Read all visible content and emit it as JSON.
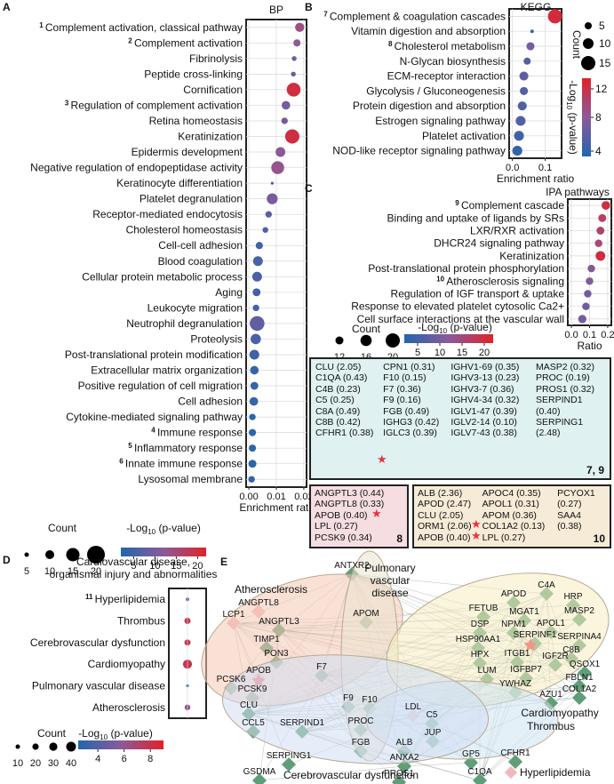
{
  "panels": {
    "a": "A",
    "b": "B",
    "c": "C",
    "d": "D",
    "e": "E"
  },
  "colors": {
    "low": "#2166ac",
    "mid": "#8b5a9a",
    "high": "#e0222a",
    "grid": "#d8d8d8",
    "star": "#e8323c"
  },
  "chart_data": [
    {
      "type": "scatter",
      "title": "BP",
      "xlabel": "Enrichment ratio",
      "xticks": [
        "0.00",
        "0.01",
        "0.02"
      ],
      "xlim": [
        -0.001,
        0.021
      ],
      "categories": [
        {
          "num": "1",
          "label": "Complement activation, classical pathway",
          "x": 0.0185,
          "count": 11,
          "logp": 14
        },
        {
          "num": "2",
          "label": "Complement activation",
          "x": 0.0175,
          "count": 8,
          "logp": 12
        },
        {
          "num": "",
          "label": "Fibrinolysis",
          "x": 0.0165,
          "count": 5,
          "logp": 10
        },
        {
          "num": "",
          "label": "Peptide cross-linking",
          "x": 0.0162,
          "count": 5,
          "logp": 9
        },
        {
          "num": "",
          "label": "Cornification",
          "x": 0.0163,
          "count": 20,
          "logp": 20
        },
        {
          "num": "3",
          "label": "Regulation of complement activation",
          "x": 0.0135,
          "count": 10,
          "logp": 10
        },
        {
          "num": "",
          "label": "Retina homeostasis",
          "x": 0.013,
          "count": 7,
          "logp": 10
        },
        {
          "num": "",
          "label": "Keratinization",
          "x": 0.0158,
          "count": 21,
          "logp": 20
        },
        {
          "num": "",
          "label": "Epidermis development",
          "x": 0.0115,
          "count": 12,
          "logp": 12
        },
        {
          "num": "",
          "label": "Negative regulation of endopeptidase activity",
          "x": 0.0105,
          "count": 18,
          "logp": 13
        },
        {
          "num": "",
          "label": "Keratinocyte differentiation",
          "x": 0.0085,
          "count": 3,
          "logp": 5
        },
        {
          "num": "",
          "label": "Platelet degranulation",
          "x": 0.0085,
          "count": 14,
          "logp": 10
        },
        {
          "num": "",
          "label": "Receptor-mediated endocytosis",
          "x": 0.0072,
          "count": 7,
          "logp": 7
        },
        {
          "num": "",
          "label": "Cholesterol homeostasis",
          "x": 0.006,
          "count": 6,
          "logp": 6
        },
        {
          "num": "",
          "label": "Cell-cell adhesion",
          "x": 0.0038,
          "count": 8,
          "logp": 5
        },
        {
          "num": "",
          "label": "Blood coagulation",
          "x": 0.0033,
          "count": 12,
          "logp": 6
        },
        {
          "num": "",
          "label": "Cellular protein metabolic process",
          "x": 0.003,
          "count": 12,
          "logp": 6
        },
        {
          "num": "",
          "label": "Aging",
          "x": 0.0028,
          "count": 9,
          "logp": 5
        },
        {
          "num": "",
          "label": "Leukocyte migration",
          "x": 0.0026,
          "count": 7,
          "logp": 5
        },
        {
          "num": "",
          "label": "Neutrophil degranulation",
          "x": 0.003,
          "count": 22,
          "logp": 8
        },
        {
          "num": "",
          "label": "Proteolysis",
          "x": 0.0025,
          "count": 13,
          "logp": 6
        },
        {
          "num": "",
          "label": "Post-translational protein modification",
          "x": 0.002,
          "count": 12,
          "logp": 5
        },
        {
          "num": "",
          "label": "Extracellular matrix organization",
          "x": 0.002,
          "count": 10,
          "logp": 4
        },
        {
          "num": "",
          "label": "Positive regulation of cell migration",
          "x": 0.002,
          "count": 9,
          "logp": 4
        },
        {
          "num": "",
          "label": "Cell adhesion",
          "x": 0.0018,
          "count": 10,
          "logp": 4
        },
        {
          "num": "",
          "label": "Cytokine-mediated signaling pathway",
          "x": 0.0013,
          "count": 7,
          "logp": 3
        },
        {
          "num": "4",
          "label": "Immune response",
          "x": 0.0013,
          "count": 8,
          "logp": 3
        },
        {
          "num": "5",
          "label": "Inflammatory response",
          "x": 0.0013,
          "count": 8,
          "logp": 3
        },
        {
          "num": "6",
          "label": "Innate immune response",
          "x": 0.0013,
          "count": 9,
          "logp": 3
        },
        {
          "num": "",
          "label": "Lysosomal membrane",
          "x": 0.001,
          "count": 7,
          "logp": 3
        }
      ],
      "legend": {
        "count_title": "Count",
        "count_values": [
          "5",
          "10",
          "15",
          "20"
        ],
        "color_title": "-Log",
        "color_sub": "10",
        "color_rest": " (p-value)",
        "color_ticks": [
          "5",
          "10",
          "15",
          "20"
        ],
        "color_range": [
          2,
          22
        ]
      }
    },
    {
      "type": "scatter",
      "title": "KEGG",
      "xlabel": "Enrichment ratio",
      "xticks": [
        "0.0",
        "0.1"
      ],
      "xlim": [
        -0.01,
        0.15
      ],
      "categories": [
        {
          "num": "7",
          "label": "Complement & coagulation cascades",
          "x": 0.13,
          "count": 15,
          "logp": 14
        },
        {
          "num": "",
          "label": "Vitamin digestion and absorption",
          "x": 0.06,
          "count": 3,
          "logp": 4
        },
        {
          "num": "8",
          "label": "Cholesterol metabolism",
          "x": 0.055,
          "count": 7,
          "logp": 7
        },
        {
          "num": "",
          "label": "N-Glycan biosynthesis",
          "x": 0.045,
          "count": 6,
          "logp": 5
        },
        {
          "num": "",
          "label": "ECM-receptor interaction",
          "x": 0.035,
          "count": 8,
          "logp": 6
        },
        {
          "num": "",
          "label": "Glycolysis / Gluconeogenesis",
          "x": 0.035,
          "count": 7,
          "logp": 5
        },
        {
          "num": "",
          "label": "Protein digestion and absorption",
          "x": 0.03,
          "count": 8,
          "logp": 5
        },
        {
          "num": "",
          "label": "Estrogen signaling pathway",
          "x": 0.025,
          "count": 9,
          "logp": 5
        },
        {
          "num": "",
          "label": "Platelet activation",
          "x": 0.02,
          "count": 9,
          "logp": 4
        },
        {
          "num": "",
          "label": "NOD-like receptor signaling pathway",
          "x": 0.015,
          "count": 9,
          "logp": 3
        }
      ],
      "legend": {
        "count_title": "Count",
        "count_values": [
          "5",
          "10",
          "15"
        ],
        "color_title": "-Log",
        "color_sub": "10",
        "color_rest": " (p-value)",
        "color_ticks": [
          "12",
          "8",
          "4"
        ],
        "color_range": [
          2,
          15
        ]
      }
    },
    {
      "type": "scatter",
      "title": "IPA pathways",
      "xlabel": "Ratio",
      "xticks": [
        "0.0",
        "0.1",
        "0.2"
      ],
      "xlim": [
        -0.02,
        0.22
      ],
      "categories": [
        {
          "num": "9",
          "label": "Complement cascade",
          "x": 0.19,
          "count": 16,
          "logp": 20
        },
        {
          "num": "",
          "label": "Binding and uptake of ligands by SRs",
          "x": 0.17,
          "count": 14,
          "logp": 17
        },
        {
          "num": "",
          "label": "LXR/RXR activation",
          "x": 0.16,
          "count": 14,
          "logp": 16
        },
        {
          "num": "",
          "label": "DHCR24 signaling pathway",
          "x": 0.15,
          "count": 13,
          "logp": 15
        },
        {
          "num": "",
          "label": "Keratinization",
          "x": 0.16,
          "count": 19,
          "logp": 20
        },
        {
          "num": "",
          "label": "Post-translational protein phosphorylation",
          "x": 0.11,
          "count": 13,
          "logp": 11
        },
        {
          "num": "10",
          "label": "Atherosclerosis signaling",
          "x": 0.1,
          "count": 13,
          "logp": 11
        },
        {
          "num": "",
          "label": "Regulation of IGF transport & uptake",
          "x": 0.09,
          "count": 13,
          "logp": 10
        },
        {
          "num": "",
          "label": "Response to elevated platelet cytosolic Ca2+",
          "x": 0.08,
          "count": 13,
          "logp": 9
        },
        {
          "num": "",
          "label": "Cell surface interactions at the vascular wall",
          "x": 0.06,
          "count": 15,
          "logp": 10
        }
      ],
      "legend": {
        "count_title": "Count",
        "count_values": [
          "12",
          "16",
          "20"
        ],
        "color_title": "-Log",
        "color_sub": "10",
        "color_rest": " (p-value)",
        "color_ticks": [
          "5",
          "10",
          "15",
          "20"
        ],
        "color_range": [
          2,
          22
        ]
      }
    },
    {
      "type": "scatter",
      "title": "Cardiovascular disease, organismal injury and abnormalities",
      "categories": [
        {
          "num": "11",
          "label": "Hyperlipidemia",
          "x": 0,
          "count": 10,
          "logp": 4
        },
        {
          "num": "",
          "label": "Thrombus",
          "x": 0,
          "count": 22,
          "logp": 8
        },
        {
          "num": "",
          "label": "Cerebrovascular dysfunction",
          "x": 0,
          "count": 22,
          "logp": 8
        },
        {
          "num": "",
          "label": "Cardiomyopathy",
          "x": 0,
          "count": 40,
          "logp": 8
        },
        {
          "num": "",
          "label": "Pulmonary vascular disease",
          "x": 0,
          "count": 8,
          "logp": 3
        },
        {
          "num": "",
          "label": "Atherosclerosis",
          "x": 0,
          "count": 20,
          "logp": 6
        }
      ],
      "legend": {
        "count_title": "Count",
        "count_values": [
          "10",
          "20",
          "30",
          "40"
        ],
        "color_title": "-Log",
        "color_sub": "10",
        "color_rest": " (p-value)",
        "color_ticks": [
          "4",
          "6",
          "8"
        ],
        "color_range": [
          2.5,
          9
        ]
      }
    }
  ],
  "gene_tables": {
    "c79": {
      "badge": "7, 9",
      "columns": [
        [
          "CLU (2.05)",
          "C1QA (0.43)",
          "C4B (0.23)",
          "C5 (0.25)",
          "C8A (0.49)",
          "C8B (0.42)",
          "CFHR1 (0.38)"
        ],
        [
          "CPN1 (0.31)",
          "F10 (0.15)",
          "F7 (0.36)",
          "F9 (0.16)",
          "FGB (0.49)",
          "IGHG3 (0.42)",
          "IGLC3 (0.39)"
        ],
        [
          "IGHV1-69 (0.35)",
          "IGHV3-13 (0.23)",
          "IGHV3-7 (0.36)",
          "IGHV4-34 (0.32)",
          "IGLV1-47 (0.39)",
          "IGLV2-14 (0.10)",
          "IGLV7-43 (0.38)"
        ],
        [
          "MASP2 (0.32)",
          "PROC (0.19)",
          "PROS1 (0.32)",
          "SERPIND1",
          "(0.40)",
          "SERPING1",
          "(2.48)"
        ]
      ]
    },
    "c8": {
      "badge": "8",
      "rows": [
        "ANGPTL3 (0.44)",
        "ANGPTL8 (0.33)",
        "APOB (0.40)",
        "LPL (0.27)",
        "PCSK9 (0.34)"
      ]
    },
    "c10": {
      "badge": "10",
      "columns": [
        [
          "ALB (2.36)",
          "APOD (2.47)",
          "CLU (2.05)",
          "ORM1 (2.06)",
          "APOB (0.40)"
        ],
        [
          "APOC4 (0.35)",
          "APOL1 (0.31)",
          "APOM (0.36)",
          "COL1A2 (0.13)",
          "LPL (0.27)"
        ],
        [
          "PCYOX1",
          "(0.27)",
          "SAA4",
          "(0.38)",
          ""
        ]
      ]
    }
  },
  "network": {
    "regions": [
      "Atherosclerosis",
      "Pulmonary vascular disease",
      "Cardiomyopathy",
      "Thrombus",
      "Cerebrovascular dysfunction"
    ],
    "legend_label": "Hyperlipidemia",
    "nodes": [
      "ANTXR2",
      "APOM",
      "ANGPTL8",
      "ANGPTL3",
      "TIMP1",
      "PON3",
      "LCP1",
      "APOB",
      "PCSK9",
      "CLU",
      "CCL5",
      "PCSK6",
      "F7",
      "F9",
      "F10",
      "LDL",
      "PROC",
      "FGB",
      "SERPIND1",
      "SERPING1",
      "ALB",
      "ANXA2",
      "PROS1",
      "GSDMA",
      "C5",
      "JUP",
      "GP5",
      "C1QA",
      "CFHR1",
      "APOD",
      "C4A",
      "HRP",
      "FETUB",
      "MGAT1",
      "MASP2",
      "DSP",
      "NPM1",
      "APOL1",
      "HSP90AA1",
      "SERPINF1",
      "SERPINA4",
      "C8B",
      "HPX",
      "ITGB1",
      "IGF2R",
      "QSOX1",
      "LUM",
      "IGFBP7",
      "FBLN1",
      "YWHAZ",
      "AZU1",
      "COL1A2"
    ]
  }
}
